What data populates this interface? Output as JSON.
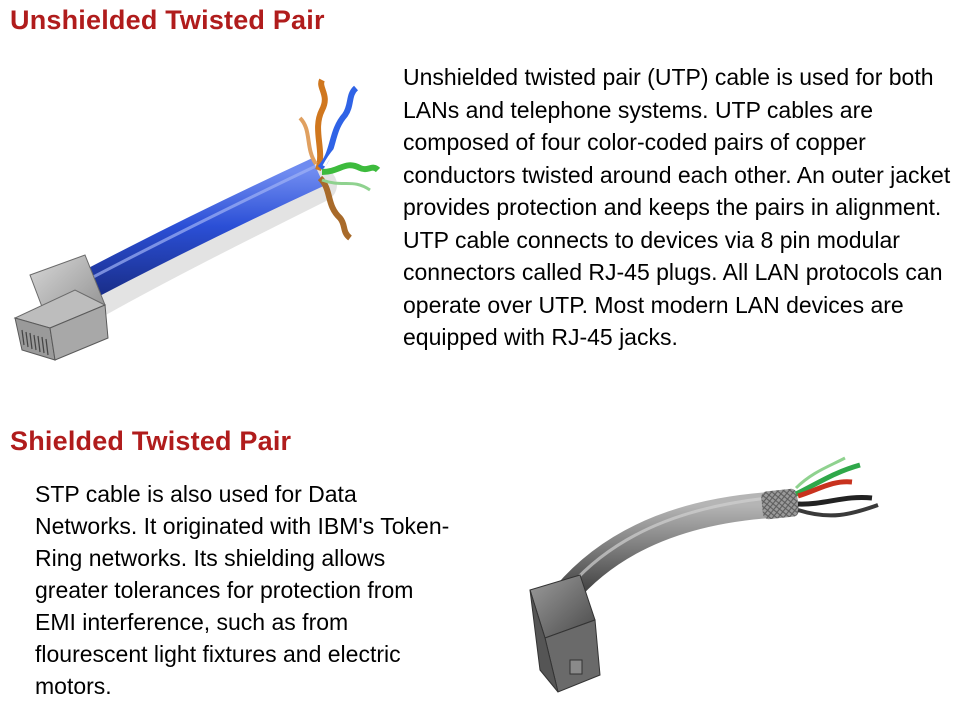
{
  "utp": {
    "heading": "Unshielded Twisted Pair",
    "description": "Unshielded twisted pair (UTP) cable is used for both LANs and telephone systems. UTP cables are composed of four color-coded pairs of copper conductors twisted around each other. An outer jacket provides protection and keeps the pairs in alignment. UTP cable connects to devices via 8 pin modular connectors called RJ-45 plugs. All LAN protocols can operate over UTP. Most modern LAN devices are equipped with RJ-45 jacks.",
    "cable_color": "#2b4fd6",
    "wire_colors": [
      "#d0771e",
      "#2f63e6",
      "#3dbb3d",
      "#a86a2a"
    ]
  },
  "stp": {
    "heading": "Shielded Twisted Pair",
    "description": "STP cable is also used for Data Networks. It originated with IBM's Token-Ring networks. Its shielding allows greater tolerances for protection from EMI interference, such as from flourescent light fixtures and electric motors.",
    "cable_color": "#7a7a7a",
    "wire_colors": [
      "#2fa84a",
      "#c8321e",
      "#222222"
    ]
  },
  "heading_color": "#b01c1c"
}
